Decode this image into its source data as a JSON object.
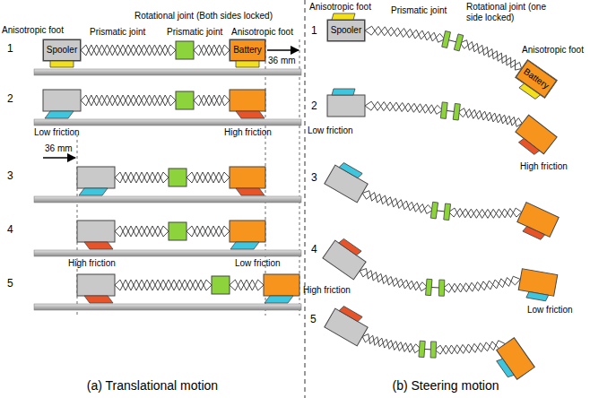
{
  "diagram": {
    "nodes": [
      {
        "text": [
          "Spooler"
        ]
      },
      {
        "text": [
          "Battery"
        ]
      },
      {
        "text": [
          "Spooler"
        ]
      },
      {
        "text": [
          "Battery"
        ]
      }
    ],
    "labels": [
      "Anisotropic foot",
      "Prismatic joint",
      "Rotational joint (Both sides locked)",
      "Prismatic joint",
      "Anisotropic foot",
      "36 mm",
      "1",
      "2",
      "Low friction",
      "High friction",
      "3",
      "36 mm",
      "4",
      "High friction",
      "Low friction",
      "5",
      "(a) Translational motion",
      "Anisotropic foot",
      "Prismatic joint",
      "Rotational joint (one side locked)",
      "Anisotropic foot",
      "1",
      "2",
      "Low friction",
      "High friction",
      "3",
      "4",
      "High friction",
      "Low friction",
      "5",
      "(b) Steering motion"
    ]
  }
}
